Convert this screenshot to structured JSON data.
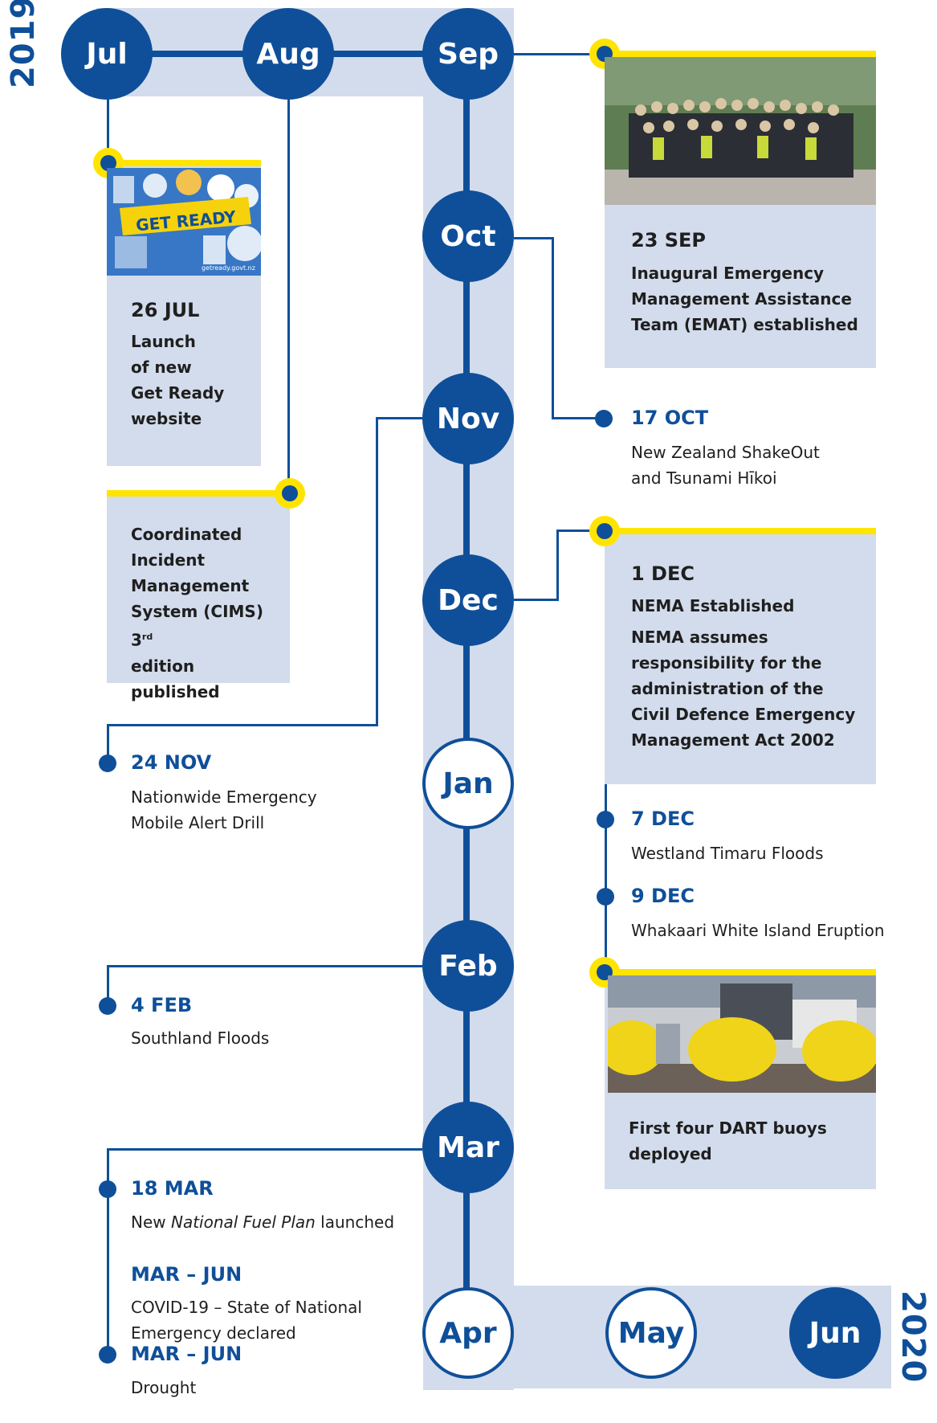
{
  "years": {
    "start": "2019",
    "end": "2020"
  },
  "months": [
    "Jul",
    "Aug",
    "Sep",
    "Oct",
    "Nov",
    "Dec",
    "Jan",
    "Feb",
    "Mar",
    "Apr",
    "May",
    "Jun"
  ],
  "colors": {
    "navy": "#0f4f99",
    "band": "#d3dcec",
    "yellow": "#ffe400"
  },
  "events": {
    "jul26": {
      "date": "26 JUL",
      "lines": [
        "Launch",
        "of new",
        "Get Ready",
        "website"
      ],
      "image_text": "GET READY",
      "image_url_text": "getready.govt.nz"
    },
    "cims": {
      "lines": [
        "Coordinated",
        "Incident",
        "Management",
        "System (CIMS) 3",
        "edition published"
      ],
      "sup": "rd"
    },
    "sep23": {
      "date": "23 SEP",
      "lines": [
        "Inaugural Emergency",
        "Management Assistance",
        "Team (EMAT) established"
      ]
    },
    "oct17": {
      "date": "17 OCT",
      "lines": [
        "New Zealand ShakeOut",
        "and Tsunami Hīkoi"
      ]
    },
    "dec1": {
      "date": "1 DEC",
      "title": "NEMA Established",
      "lines": [
        "NEMA assumes",
        "responsibility for the",
        "administration of the",
        "Civil Defence Emergency",
        "Management Act 2002"
      ]
    },
    "nov24": {
      "date": "24 NOV",
      "lines": [
        "Nationwide Emergency",
        "Mobile Alert Drill"
      ]
    },
    "dec7": {
      "date": "7 DEC",
      "text": "Westland Timaru Floods"
    },
    "dec9": {
      "date": "9 DEC",
      "text": "Whakaari White Island Eruption"
    },
    "dart": {
      "lines": [
        "First four DART buoys",
        "deployed"
      ]
    },
    "feb4": {
      "date": "4 FEB",
      "text": "Southland Floods"
    },
    "mar18": {
      "date": "18 MAR",
      "pre": "New ",
      "em": "National Fuel Plan",
      "post": " launched"
    },
    "covid": {
      "date": "MAR – JUN",
      "lines": [
        "COVID-19 – State of National",
        "Emergency declared"
      ]
    },
    "drought": {
      "date": "MAR – JUN",
      "text": "Drought"
    }
  }
}
